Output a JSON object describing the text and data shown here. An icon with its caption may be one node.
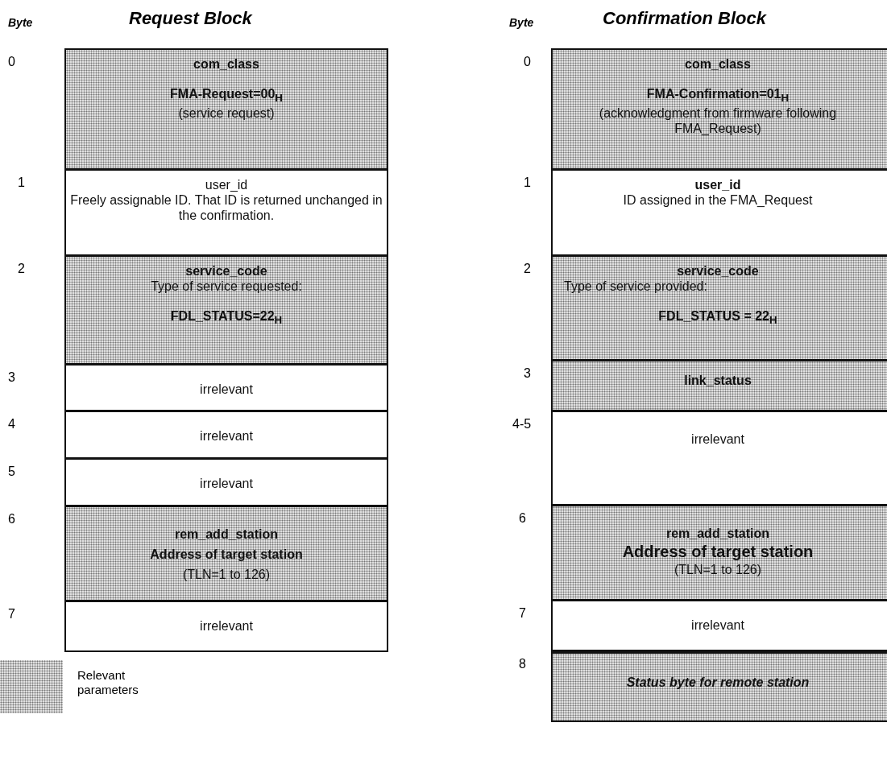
{
  "diagram": {
    "nodes": [
      {
        "text": [
          "com_class",
          "FMA-Request=00$_{H}$",
          "(service request)"
        ],
        "beside": [
          "0"
        ]
      },
      {
        "text": [
          "user_id",
          "Freely assignable ID.  That ID is returned unchanged in the confirmation."
        ],
        "beside": [
          "1"
        ]
      },
      {
        "text": [
          "service_code",
          "Type of service requested:",
          "FDL_STATUS=22$_{H}$"
        ],
        "beside": [
          "2"
        ]
      },
      {
        "text": [
          "irrelevant"
        ],
        "beside": [
          "3"
        ]
      },
      {
        "text": [
          "irrelevant"
        ],
        "beside": [
          "4"
        ]
      },
      {
        "text": [
          "irrelevant"
        ],
        "beside": [
          "5"
        ]
      },
      {
        "text": [
          "rem_add_station",
          "Address of target station",
          "(TLN=1 to 126)"
        ],
        "beside": [
          "6"
        ]
      },
      {
        "text": [
          "irrelevant"
        ],
        "beside": [
          "7"
        ]
      },
      {
        "text": [
          "com_class",
          "FMA-Confirmation=01$_{H}$",
          "(acknowledgment from firmware following FMA_Request)"
        ],
        "beside": [
          "0"
        ]
      },
      {
        "text": [
          "user_id",
          "ID assigned in the FMA_Request"
        ],
        "beside": [
          "1"
        ]
      },
      {
        "text": [
          "service_code",
          "Type of service provided:",
          "FDL_STATUS   =   22$_{H}$"
        ],
        "beside": [
          "2"
        ]
      },
      {
        "text": [
          "link_status"
        ],
        "beside": [
          "3"
        ]
      },
      {
        "text": [
          "irrelevant"
        ],
        "beside": [
          "4-5"
        ]
      },
      {
        "text": [
          "rem_add_station",
          "Address of target station",
          "(TLN=1 to 126)"
        ],
        "beside": [
          "6"
        ]
      },
      {
        "text": [
          "irrelevant"
        ],
        "beside": [
          "7"
        ]
      },
      {
        "text": [
          "Status byte for remote station"
        ],
        "beside": [
          "8"
        ]
      }
    ],
    "labels": [
      "Byte",
      "Request Block",
      "Byte",
      "Confirmation Block"
    ],
    "legend": [
      {
        "text": "Relevant parameters"
      }
    ]
  }
}
